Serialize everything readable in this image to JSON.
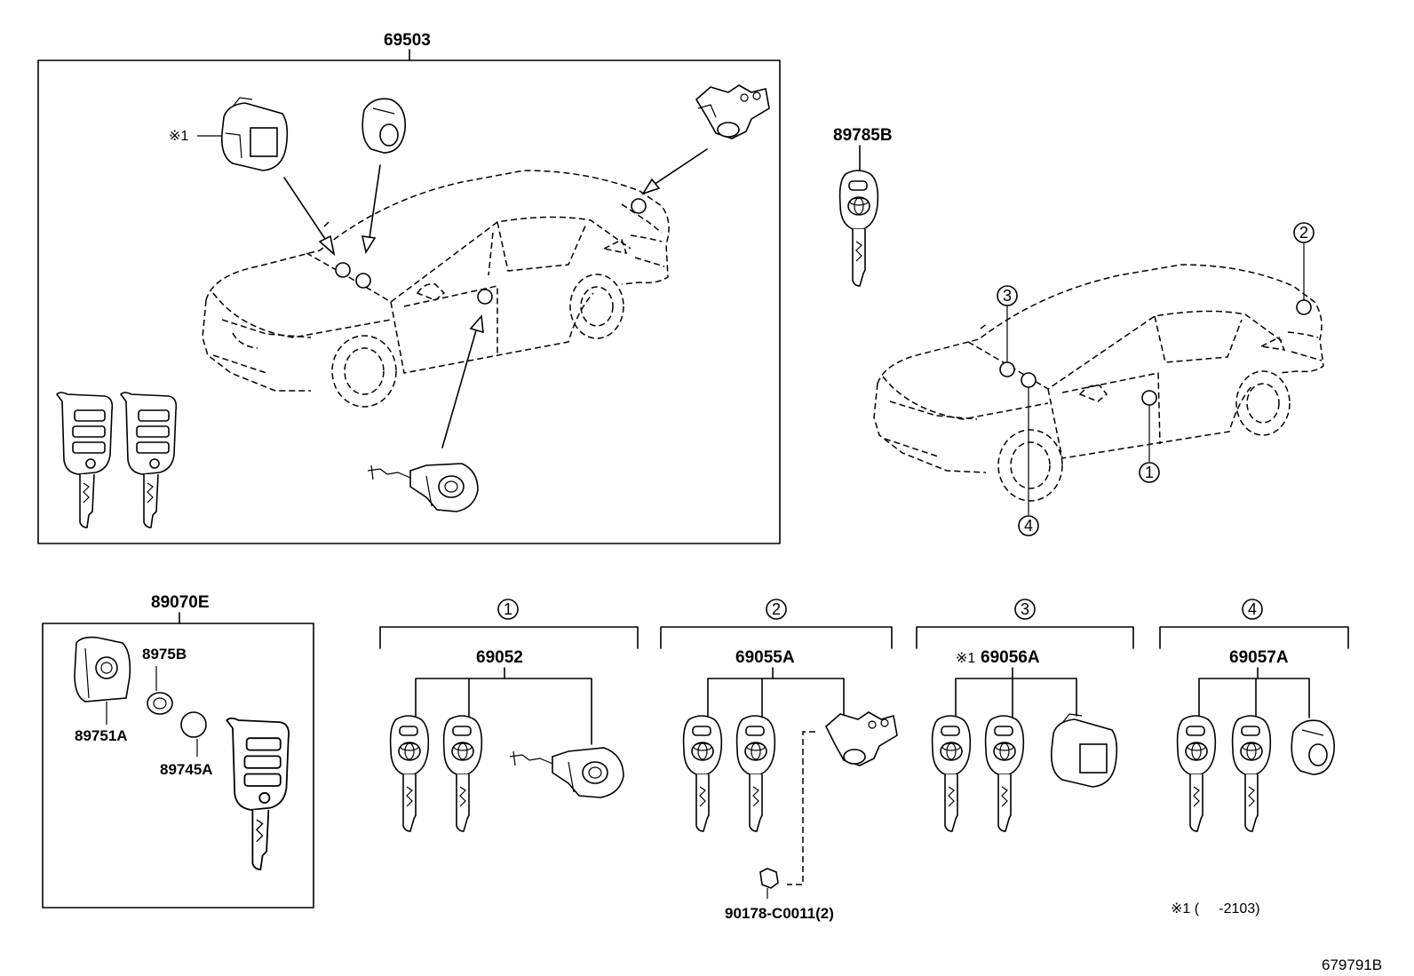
{
  "figure_id": "679791B",
  "assembly": {
    "label": "69503"
  },
  "parts": {
    "key_89785b": "89785B",
    "transmitter_89070e": "89070E",
    "case_8975b": "8975B",
    "case_89751a": "89751A",
    "battery_89745a": "89745A",
    "set1": "69052",
    "set2": "69055A",
    "set3": "69056A",
    "set4": "69057A",
    "bolt": "90178-C0011(2)"
  },
  "markers": {
    "m1": "1",
    "m2": "2",
    "m3": "3",
    "m4": "4"
  },
  "notes": {
    "asterisk_mark": "※1",
    "footnote": "※1 (     -2103)"
  }
}
